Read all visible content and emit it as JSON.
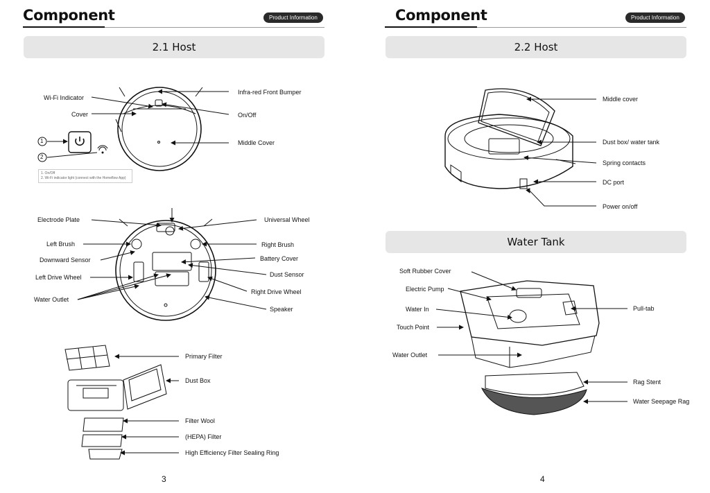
{
  "left_page": {
    "header": {
      "title": "Component",
      "badge": "Product Information"
    },
    "section_host": "2.1 Host",
    "top_view": {
      "labels": {
        "wifi_indicator": "Wi-Fi Indicator",
        "cover": "Cover",
        "bumper": "Infra-red Front Bumper",
        "on_off": "On/Off",
        "middle_cover": "Middle Cover"
      },
      "callout_1": "1",
      "callout_2": "2",
      "note_line1": "1. On/Off",
      "note_line2": "2. Wi-Fi indicator light (connect with the Homeflow App)"
    },
    "bottom_view": {
      "labels": {
        "electrode_plate": "Electrode Plate",
        "universal_wheel": "Universal Wheel",
        "left_brush": "Left Brush",
        "right_brush": "Right Brush",
        "downward_sensor": "Downward Sensor",
        "battery_cover": "Battery Cover",
        "left_drive_wheel": "Left Drive Wheel",
        "dust_sensor": "Dust Sensor",
        "water_outlet": "Water Outlet",
        "right_drive_wheel": "Right Drive Wheel",
        "speaker": "Speaker"
      }
    },
    "dust_box_view": {
      "labels": {
        "primary_filter": "Primary Filter",
        "dust_box": "Dust Box",
        "filter_wool": "Filter Wool",
        "hepa_filter": "(HEPA) Filter",
        "sealing_ring": "High Efficiency Filter Sealing Ring"
      }
    },
    "page_number": "3"
  },
  "right_page": {
    "header": {
      "title": "Component",
      "badge": "Product Information"
    },
    "section_host": "2.2 Host",
    "host_view": {
      "labels": {
        "middle_cover": "Middle cover",
        "dust_box_water_tank": "Dust box/ water tank",
        "spring_contacts": "Spring contacts",
        "dc_port": "DC port",
        "power_on_off": "Power on/off"
      }
    },
    "section_water_tank": "Water Tank",
    "water_tank_view": {
      "labels": {
        "soft_rubber_cover": "Soft Rubber Cover",
        "electric_pump": "Electric Pump",
        "water_in": "Water In",
        "touch_point": "Touch Point",
        "water_outlet": "Water Outlet",
        "pull_tab": "Pull-tab",
        "rag_stent": "Rag Stent",
        "water_seepage_rag": "Water Seepage Rag"
      }
    },
    "page_number": "4"
  }
}
